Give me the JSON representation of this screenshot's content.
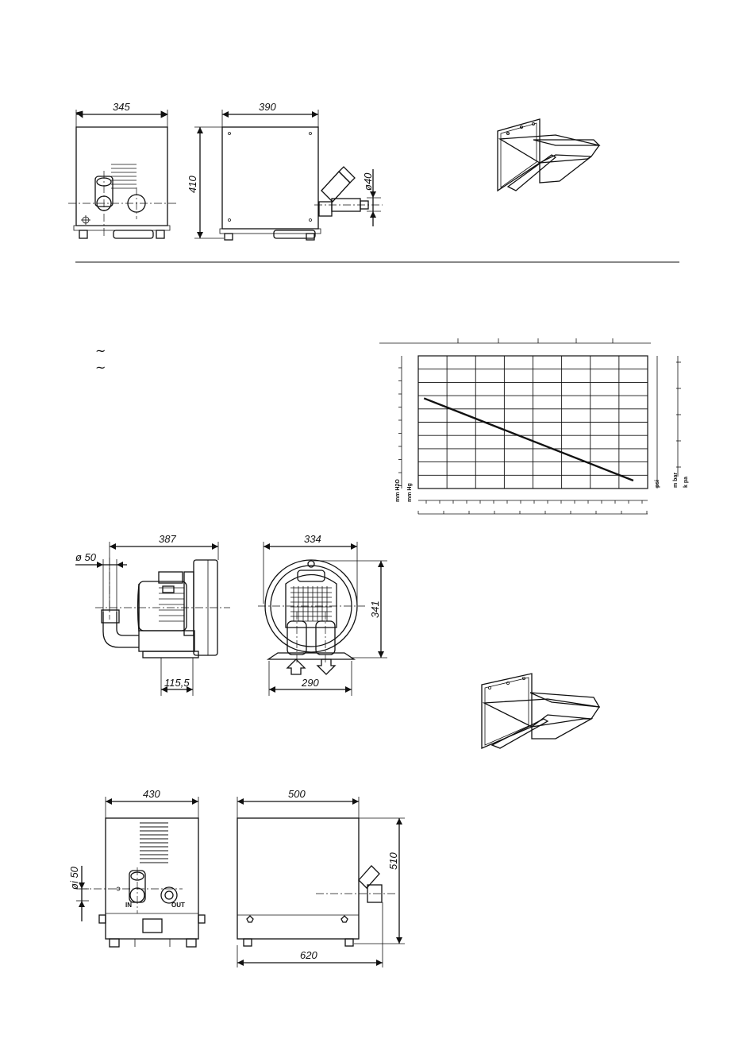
{
  "dimensions": {
    "top_front_width": "345",
    "top_side_width": "390",
    "top_height": "410",
    "top_pipe_diameter": "ø40",
    "mid_pipe_diameter": "ø 50",
    "mid_side_width": "387",
    "mid_base_offset": "115,5",
    "mid_front_width": "334",
    "mid_front_height": "341",
    "mid_base_width": "290",
    "bottom_front_width": "430",
    "bottom_side_width": "500",
    "bottom_height": "510",
    "bottom_depth": "620",
    "bottom_pipe_diameter": "øi 50"
  },
  "ports": {
    "inlet": "IN",
    "outlet": "OUT"
  },
  "supply_symbols": [
    "~",
    "~"
  ],
  "chart_data": {
    "type": "line",
    "title": "",
    "xlabel": "",
    "ylabel": "",
    "left_axis_units": [
      "mm H2O",
      "mm Hg"
    ],
    "right_axis_units": [
      "psi",
      "m bar",
      "k pa"
    ],
    "grid": true,
    "grid_columns": 8,
    "grid_rows": 10,
    "series": [
      {
        "points": [
          [
            0.2,
            6.8
          ],
          [
            7.5,
            0.6
          ]
        ]
      }
    ],
    "xlim": [
      0,
      8
    ],
    "ylim": [
      0,
      10
    ]
  }
}
